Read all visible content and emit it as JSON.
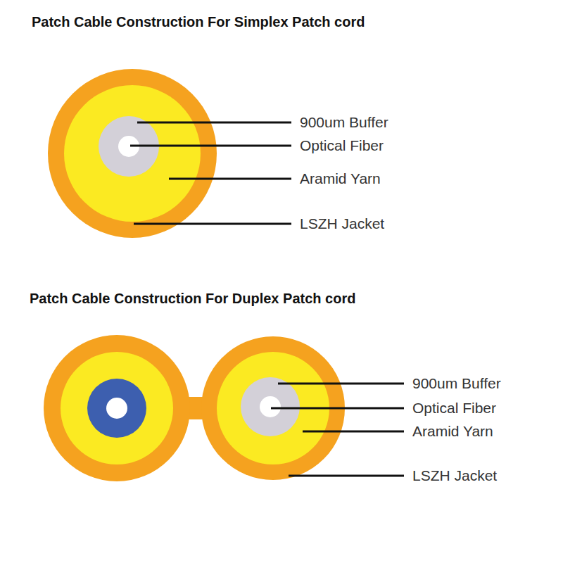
{
  "diagram": {
    "labels": [
      "Patch Cable Construction For Simplex Patch cord",
      "900um Buffer",
      "Optical Fiber",
      "Aramid Yarn",
      "LSZH Jacket",
      "Patch Cable Construction For Duplex Patch cord",
      "900um Buffer",
      "Optical Fiber",
      "Aramid Yarn",
      "LSZH Jacket"
    ]
  }
}
